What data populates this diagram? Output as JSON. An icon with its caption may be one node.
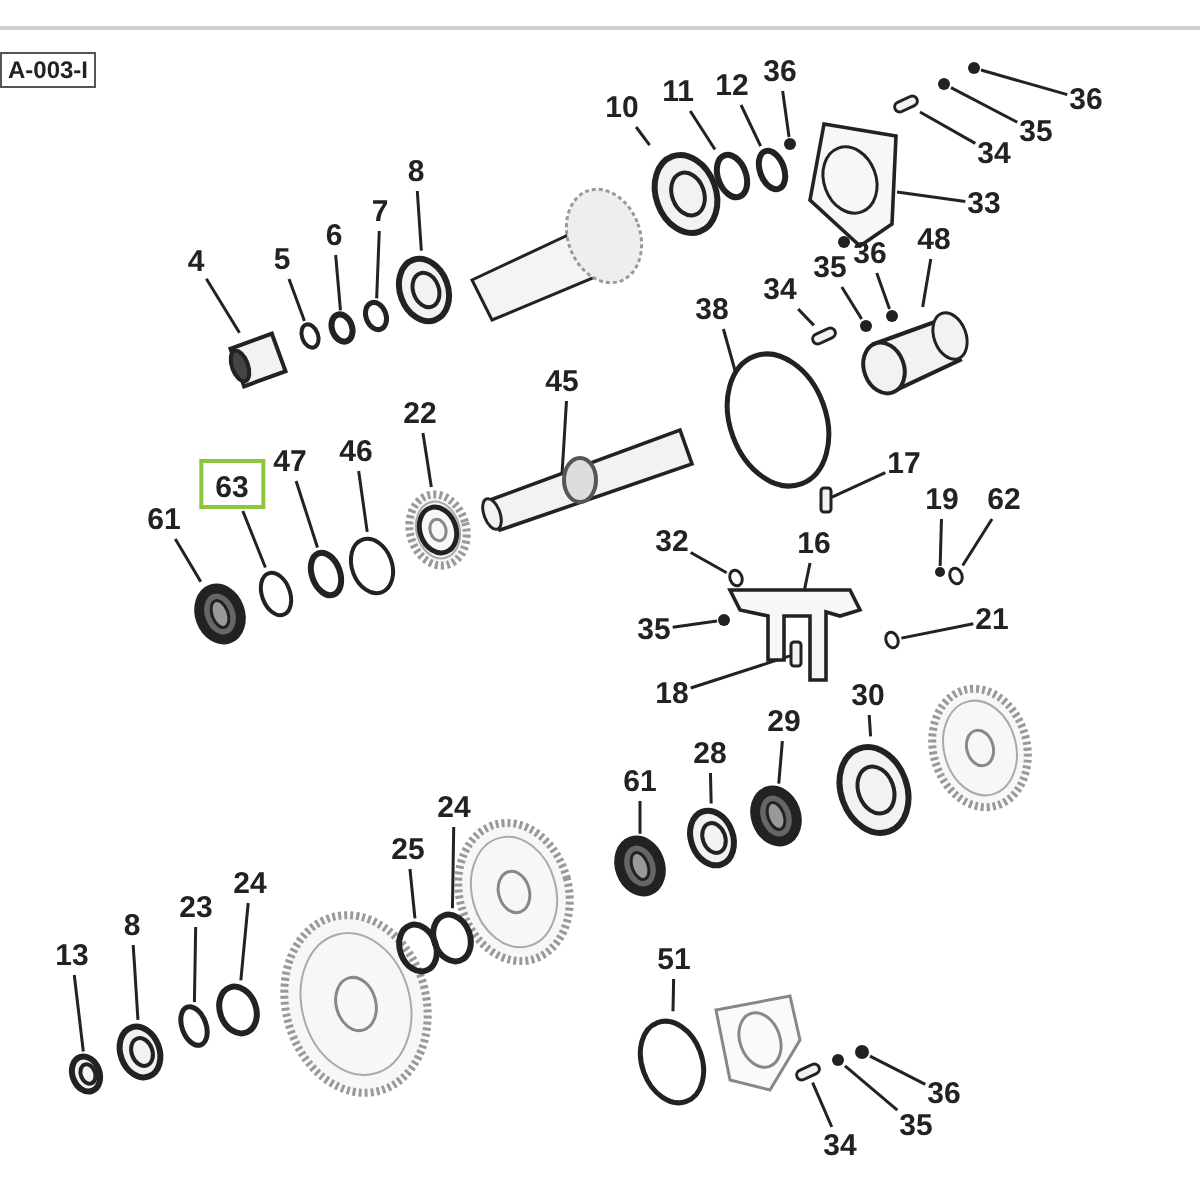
{
  "diagram": {
    "nodes": [
      {
        "text": [
          "A-003-I"
        ]
      },
      {
        "text": [
          "10"
        ]
      },
      {
        "text": [
          "11"
        ]
      },
      {
        "text": [
          "12"
        ]
      },
      {
        "text": [
          "36"
        ]
      },
      {
        "text": [
          "36"
        ]
      },
      {
        "text": [
          "35"
        ]
      },
      {
        "text": [
          "34"
        ]
      },
      {
        "text": [
          "33"
        ]
      },
      {
        "text": [
          "8"
        ]
      },
      {
        "text": [
          "7"
        ]
      },
      {
        "text": [
          "6"
        ]
      },
      {
        "text": [
          "5"
        ]
      },
      {
        "text": [
          "4"
        ]
      },
      {
        "text": [
          "48"
        ]
      },
      {
        "text": [
          "36"
        ]
      },
      {
        "text": [
          "35"
        ]
      },
      {
        "text": [
          "34"
        ]
      },
      {
        "text": [
          "38"
        ]
      },
      {
        "text": [
          "45"
        ]
      },
      {
        "text": [
          "22"
        ]
      },
      {
        "text": [
          "46"
        ]
      },
      {
        "text": [
          "47"
        ]
      },
      {
        "text": [
          "63"
        ]
      },
      {
        "text": [
          "61"
        ]
      },
      {
        "text": [
          "17"
        ]
      },
      {
        "text": [
          "19"
        ]
      },
      {
        "text": [
          "62"
        ]
      },
      {
        "text": [
          "32"
        ]
      },
      {
        "text": [
          "16"
        ]
      },
      {
        "text": [
          "35"
        ]
      },
      {
        "text": [
          "21"
        ]
      },
      {
        "text": [
          "18"
        ]
      },
      {
        "text": [
          "30"
        ]
      },
      {
        "text": [
          "29"
        ]
      },
      {
        "text": [
          "28"
        ]
      },
      {
        "text": [
          "61"
        ]
      },
      {
        "text": [
          "24"
        ]
      },
      {
        "text": [
          "25"
        ]
      },
      {
        "text": [
          "24"
        ]
      },
      {
        "text": [
          "23"
        ]
      },
      {
        "text": [
          "8"
        ]
      },
      {
        "text": [
          "13"
        ]
      },
      {
        "text": [
          "51"
        ]
      },
      {
        "text": [
          "36"
        ]
      },
      {
        "text": [
          "35"
        ]
      },
      {
        "text": [
          "34"
        ]
      },
      {
        "text": [],
        "shape": "picture"
      },
      {
        "text": [],
        "shape": "circle"
      },
      {
        "text": [],
        "shape": "circle"
      },
      {
        "text": [],
        "shape": "circle"
      },
      {
        "text": [],
        "shape": "circle"
      },
      {
        "text": [],
        "shape": "circle"
      },
      {
        "text": [],
        "shape": "box"
      },
      {
        "text": [],
        "shape": "picture"
      },
      {
        "text": [],
        "shape": "picture"
      },
      {
        "text": [],
        "shape": "circle"
      },
      {
        "text": [],
        "shape": "circle"
      },
      {
        "text": [],
        "shape": "circle"
      },
      {
        "text": [],
        "shape": "picture"
      },
      {
        "text": [],
        "shape": "picture"
      },
      {
        "text": [],
        "shape": "circle"
      },
      {
        "text": [],
        "shape": "circle"
      },
      {
        "text": [],
        "shape": "box"
      },
      {
        "text": [],
        "shape": "circle"
      },
      {
        "text": [],
        "shape": "picture"
      },
      {
        "text": [],
        "shape": "picture"
      },
      {
        "text": [],
        "shape": "circle"
      },
      {
        "text": [],
        "shape": "circle"
      },
      {
        "text": [],
        "shape": "circle"
      },
      {
        "text": [],
        "shape": "picture"
      },
      {
        "text": [],
        "shape": "box"
      },
      {
        "text": [],
        "shape": "circle"
      },
      {
        "text": [],
        "shape": "circle"
      },
      {
        "text": [],
        "shape": "circle"
      },
      {
        "text": [],
        "shape": "picture"
      },
      {
        "text": [],
        "shape": "circle"
      },
      {
        "text": [],
        "shape": "circle"
      },
      {
        "text": [],
        "shape": "box"
      },
      {
        "text": [],
        "shape": "picture"
      },
      {
        "text": [],
        "shape": "picture"
      },
      {
        "text": [],
        "shape": "picture"
      },
      {
        "text": [],
        "shape": "picture"
      },
      {
        "text": [],
        "shape": "circle"
      },
      {
        "text": [],
        "shape": "circle"
      },
      {
        "text": [],
        "shape": "circle"
      },
      {
        "text": [],
        "shape": "circle"
      },
      {
        "text": [],
        "shape": "picture"
      },
      {
        "text": [],
        "shape": "picture"
      },
      {
        "text": [],
        "shape": "circle"
      },
      {
        "text": [],
        "shape": "circle"
      },
      {
        "text": [],
        "shape": "circle"
      },
      {
        "text": [],
        "shape": "box"
      }
    ],
    "edges": [
      {
        "from": 1,
        "to": 47,
        "arrow": "none"
      },
      {
        "from": 2,
        "to": 48,
        "arrow": "none"
      },
      {
        "from": 3,
        "to": 49,
        "arrow": "none"
      },
      {
        "from": 4,
        "to": 50,
        "arrow": "none"
      },
      {
        "from": 5,
        "to": 51,
        "arrow": "none"
      },
      {
        "from": 6,
        "to": 52,
        "arrow": "none"
      },
      {
        "from": 7,
        "to": 53,
        "arrow": "none"
      },
      {
        "from": 8,
        "to": 54,
        "arrow": "none"
      },
      {
        "from": 9,
        "to": 55,
        "arrow": "none"
      },
      {
        "from": 10,
        "to": 56,
        "arrow": "none"
      },
      {
        "from": 11,
        "to": 57,
        "arrow": "none"
      },
      {
        "from": 12,
        "to": 58,
        "arrow": "none"
      },
      {
        "from": 13,
        "to": 59,
        "arrow": "none"
      },
      {
        "from": 14,
        "to": 60,
        "arrow": "none"
      },
      {
        "from": 15,
        "to": 61,
        "arrow": "none"
      },
      {
        "from": 16,
        "to": 62,
        "arrow": "none"
      },
      {
        "from": 17,
        "to": 63,
        "arrow": "none"
      },
      {
        "from": 18,
        "to": 64,
        "arrow": "none"
      },
      {
        "from": 19,
        "to": 65,
        "arrow": "none"
      },
      {
        "from": 20,
        "to": 66,
        "arrow": "none"
      },
      {
        "from": 21,
        "to": 67,
        "arrow": "none"
      },
      {
        "from": 22,
        "to": 68,
        "arrow": "none"
      },
      {
        "from": 23,
        "to": 69,
        "arrow": "none"
      },
      {
        "from": 24,
        "to": 70,
        "arrow": "none"
      },
      {
        "from": 25,
        "to": 71,
        "arrow": "none"
      },
      {
        "from": 26,
        "to": 72,
        "arrow": "none"
      },
      {
        "from": 27,
        "to": 73,
        "arrow": "none"
      },
      {
        "from": 28,
        "to": 74,
        "arrow": "none"
      },
      {
        "from": 29,
        "to": 75,
        "arrow": "none"
      },
      {
        "from": 30,
        "to": 76,
        "arrow": "none"
      },
      {
        "from": 31,
        "to": 77,
        "arrow": "none"
      },
      {
        "from": 32,
        "to": 78,
        "arrow": "none"
      },
      {
        "from": 33,
        "to": 79,
        "arrow": "none"
      },
      {
        "from": 34,
        "to": 80,
        "arrow": "none"
      },
      {
        "from": 35,
        "to": 81,
        "arrow": "none"
      },
      {
        "from": 36,
        "to": 82,
        "arrow": "none"
      },
      {
        "from": 37,
        "to": 83,
        "arrow": "none"
      },
      {
        "from": 38,
        "to": 84,
        "arrow": "none"
      },
      {
        "from": 39,
        "to": 85,
        "arrow": "none"
      },
      {
        "from": 40,
        "to": 86,
        "arrow": "none"
      },
      {
        "from": 41,
        "to": 87,
        "arrow": "none"
      },
      {
        "from": 42,
        "to": 88,
        "arrow": "none"
      },
      {
        "from": 43,
        "to": 89,
        "arrow": "none"
      },
      {
        "from": 44,
        "to": 90,
        "arrow": "none"
      },
      {
        "from": 45,
        "to": 91,
        "arrow": "none"
      },
      {
        "from": 46,
        "to": 92,
        "arrow": "none"
      }
    ]
  }
}
